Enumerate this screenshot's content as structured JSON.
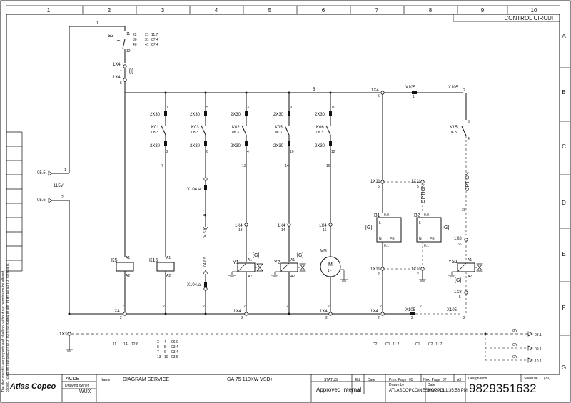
{
  "columns": [
    "1",
    "2",
    "3",
    "4",
    "5",
    "6",
    "7",
    "8",
    "9",
    "10"
  ],
  "rows": [
    "A",
    "B",
    "C",
    "D",
    "E",
    "F",
    "G"
  ],
  "header": {
    "section_title": "CONTROL CIRCUIT"
  },
  "side_note": [
    "The document is our property and shall not without our permission be altered,",
    "copied, used for manufacturing or communicated to any other person or company."
  ],
  "switch_s3": {
    "name": "S3",
    "pin_top": "11",
    "pin_bot": "12",
    "refs": [
      "22",
      "30",
      "40"
    ],
    "ref_vals": [
      "21",
      "31",
      "41"
    ],
    "ref_targets": [
      "11.7",
      "07.4",
      "07.4"
    ]
  },
  "terminals": {
    "t1x4_top1": "1X4",
    "t1x4_top1_pin": "1",
    "t1x4_top2": "1X4",
    "t1x4_top2_pin": "5",
    "loop_label": "[I]",
    "wire_top": "1",
    "wire_bus": "5",
    "t1x4_b": "1X4",
    "t1x4_b_pin": "5",
    "x105_b": "X105",
    "x105_b_pin": "1",
    "x105_b2": "X105",
    "x105_b2_pin": "2"
  },
  "feeds": {
    "f1_ref": "05.5",
    "f1_pin": "1",
    "f2_ref": "05.5",
    "f2_pin": "2",
    "voltage": "115V"
  },
  "contactors": [
    {
      "top": "2X30",
      "top_pin": "1",
      "name": "K01",
      "ref": "08.3",
      "bot": "2X30",
      "bot_pin": "2",
      "wire": "7"
    },
    {
      "top": "2X30",
      "top_pin": "5",
      "name": "K03",
      "ref": "08.3",
      "bot": "2X30",
      "bot_pin": "6",
      "wire": ""
    },
    {
      "top": "2X30",
      "top_pin": "3",
      "name": "K02",
      "ref": "08.3",
      "bot": "2X30",
      "bot_pin": "4",
      "wire": "13"
    },
    {
      "top": "2X30",
      "top_pin": "9",
      "name": "K05",
      "ref": "08.3",
      "bot": "2X30",
      "bot_pin": "10",
      "wire": "14"
    },
    {
      "top": "2X30",
      "top_pin": "11",
      "name": "K06",
      "ref": "08.3",
      "bot": "2X30",
      "bot_pin": "12",
      "wire": "16"
    }
  ],
  "k15_contact": {
    "pin_a": "3",
    "name": "K15",
    "ref": "06.3",
    "pin_b": "4"
  },
  "ac_block": {
    "conn": "X104.a",
    "label": "AC",
    "ref1": "04.6.5",
    "ref2": "04.6.5",
    "conn2": "X104.a"
  },
  "coils": [
    {
      "name": "K5",
      "a1": "A1",
      "a2": "A2"
    },
    {
      "name": "K15",
      "a1": "A1",
      "a2": "A2"
    }
  ],
  "valves": [
    {
      "term": "1X4",
      "term_pin": "13",
      "name": "Y1",
      "g": "[G]",
      "a1": "A1",
      "a2": "A2"
    },
    {
      "term": "1X4",
      "term_pin": "14",
      "name": "Y2",
      "g": "[G]",
      "a1": "A1",
      "a2": "A2"
    }
  ],
  "motor": {
    "term": "1X4",
    "term_pin": "16",
    "name": "M5",
    "m": "M",
    "phase": "1~"
  },
  "sensors": [
    {
      "term_top": "1X11",
      "term_top_pin": "5",
      "name": "B1",
      "l": "L",
      "n": "N",
      "pe": "PE",
      "v0": "0.0",
      "v1": "0.1",
      "g": "[G]",
      "term_bot": "1X11",
      "term_bot_pin": "2"
    },
    {
      "term_top": "1X11",
      "term_top_pin": "5",
      "name": "B2",
      "l": "L",
      "n": "N",
      "pe": "PE",
      "v0": "0.0",
      "v1": "0.1",
      "g": "[G]",
      "term_bot": "1X11",
      "term_bot_pin": "2"
    }
  ],
  "option1": "OPTION",
  "option2": "OPTION",
  "ys1": {
    "term": "1X8",
    "term_pin": "56",
    "name": "YS1",
    "g": "[G]",
    "a1": "A1",
    "a2": "A2",
    "wire": "36",
    "term2": "1X8",
    "term2_pin": "5"
  },
  "bottom_rail": {
    "t1": "1X4",
    "t1_pin": "2",
    "t2": "1X4",
    "t2_pin": "2",
    "t3": "1X4",
    "t3_pin": "2",
    "t4": "1X4",
    "t4_pin": "2",
    "x105a": "X105",
    "x105a_pin": "2",
    "x105b": "X105",
    "x105b_pin": "2",
    "pin_labels": [
      "2",
      "2",
      "2",
      "2",
      "2",
      "2",
      "2",
      "2"
    ]
  },
  "pe_bus": {
    "term": "1X3",
    "refs": [
      "11",
      "14",
      "12.6"
    ],
    "groups": [
      [
        "3",
        "4",
        "06.9"
      ],
      [
        "8",
        "5",
        "03.4"
      ],
      [
        "7",
        "6",
        "03.4"
      ],
      [
        "13",
        "10",
        "03.5"
      ]
    ],
    "r2": [
      "C2",
      "C1",
      "11.7"
    ],
    "r3": [
      "C1",
      "C2",
      "11.7"
    ]
  },
  "outputs": [
    {
      "label": "GY",
      "ref": "08.1"
    },
    {
      "label": "GY",
      "ref": "09.1"
    },
    {
      "label": "GY",
      "ref": "10.1"
    }
  ],
  "title_block": {
    "logo": "Atlas Copco",
    "company": "ACDE",
    "owner_label": "Drawing owner",
    "owner": "WUX",
    "name_label": "Name",
    "name": "DIAGRAM SERVICE",
    "model": "GA 75-110KW VSD+",
    "status_label": "STATUS",
    "status": "Approved Internal",
    "ed_label": "Ed",
    "ed": "00",
    "date_label": "Date",
    "prev_label": "Prev. Page",
    "prev": "05",
    "next_label": "Next Page",
    "next": "07",
    "size": "A3",
    "drawn_label": "Drawn by",
    "drawn": "ATLASCOPCO\\NESKOPPOL",
    "date2_label": "Date",
    "date2": "3/9/2019 1:35:56 PM",
    "designation_label": "Designation",
    "designation": "9829351632",
    "sheet_label": "Sheet",
    "sheet": "06",
    "total": "(20)"
  }
}
